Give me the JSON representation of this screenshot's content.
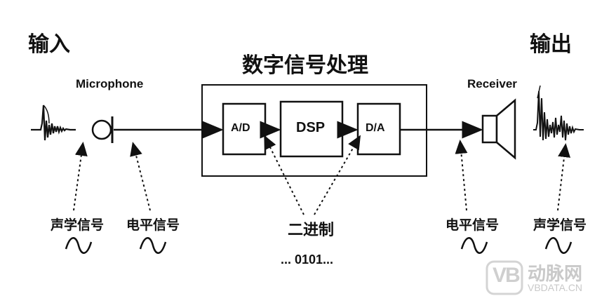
{
  "labels": {
    "input": "输入",
    "output": "输出",
    "title": "数字信号处理",
    "microphone": "Microphone",
    "receiver": "Receiver",
    "ad": "A/D",
    "dsp": "DSP",
    "da": "D/A",
    "binary": "二进制",
    "binary_digits": "... 0101...",
    "acoustic_signal_left": "声学信号",
    "electrical_signal_left": "电平信号",
    "electrical_signal_right": "电平信号",
    "acoustic_signal_right": "声学信号"
  },
  "watermark": {
    "logo_letters": "VB",
    "name": "动脉网",
    "site": "VBDATA.CN",
    "color": "#c9c9c9"
  },
  "icons": [
    "waveform-input-icon",
    "microphone-icon",
    "speaker-icon",
    "waveform-output-icon",
    "sine-wave-icon"
  ]
}
